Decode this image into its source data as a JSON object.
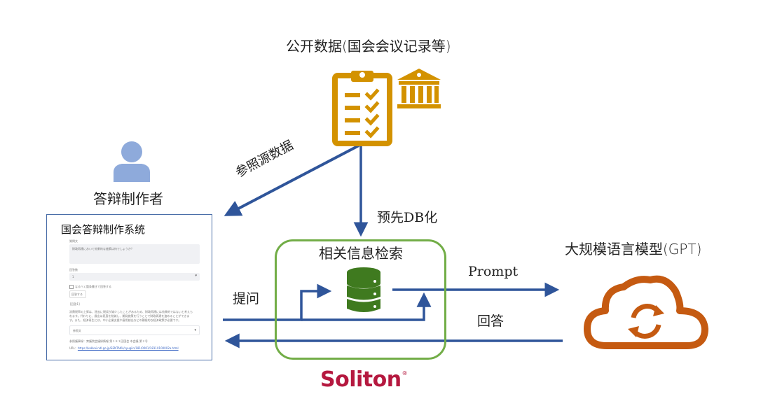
{
  "diagram": {
    "nodes": {
      "public_data": {
        "label": "公开数据(国会会议记录等)"
      },
      "author": {
        "label": "答辩制作者"
      },
      "retrieval": {
        "label": "相关信息检索"
      },
      "llm": {
        "label": "大规模语言模型(GPT)"
      }
    },
    "edges": {
      "reference": {
        "label": "参照源数据"
      },
      "pre_db": {
        "label": "预先DB化"
      },
      "question": {
        "label": "提问"
      },
      "prompt": {
        "label": "Prompt"
      },
      "answer": {
        "label": "回答"
      }
    },
    "app": {
      "title": "国会答辩制作系统",
      "question_label": "質問文",
      "question_value": "財政再建において効果的な施策は何でしょうか？",
      "count_label": "回答数",
      "count_value": "1",
      "checkbox_label": "なるべく箇条書きで回答する",
      "submit_button": "回答する",
      "answer_heading": "[回答1]",
      "answer_text_1": "消費税率の上昇は、過去に税収が減少したことがあるため、財政再建には効果的ではないと考えら",
      "answer_text_2": "れます。代わりに、歳出は見直を削減し、開発施策を行うことで財政再建を進めることができま",
      "answer_text_3": "す。また、経済再生には、中小企業支援や雇用創出などの積極的な経済政策が必要です。",
      "reference_select": "参照文",
      "source_text": "参照議事録：衆議院会議録情報 第１８１回国会 本会議 第２号",
      "url_label": "URL：",
      "url_value": "https://kokkai.ndl.go.jp/SENTAKU/syugiin/181/0001/18110100002a.html"
    },
    "brand": {
      "name": "Soliton",
      "mark": "®"
    },
    "colors": {
      "arrow": "#2f559a",
      "public_data_icon": "#d39200",
      "person_icon": "#8eaadb",
      "database_icon": "#3f7a1f",
      "retrieval_border": "#72ad47",
      "cloud_icon": "#c55a11",
      "brand": "#b5183f"
    }
  }
}
